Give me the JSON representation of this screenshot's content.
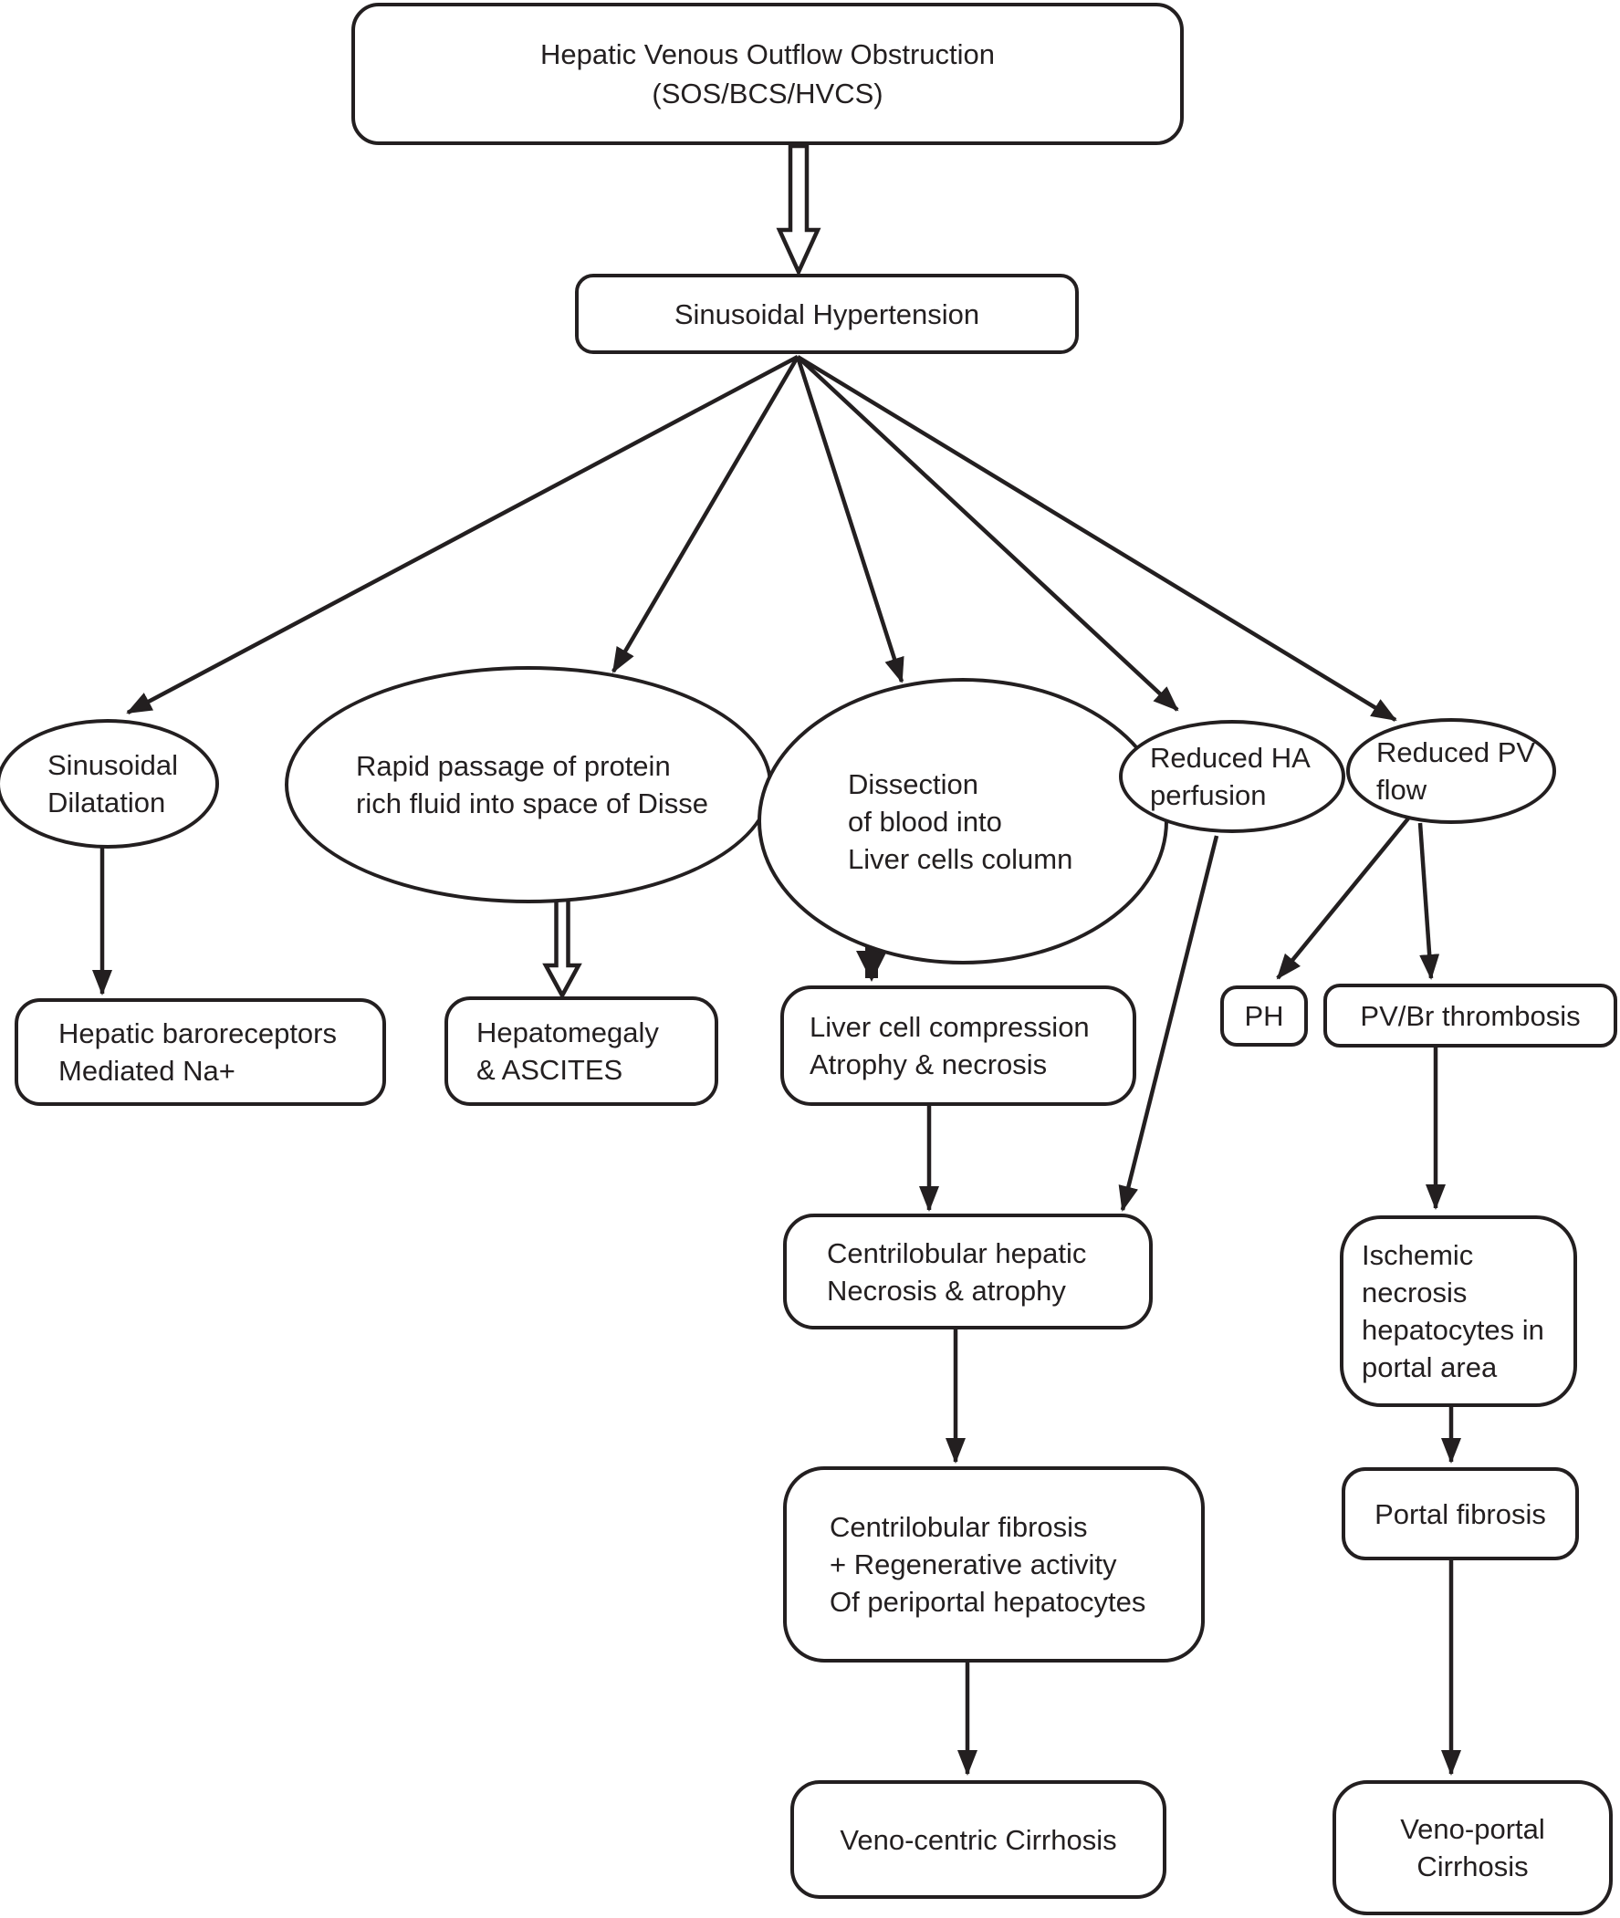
{
  "figure": {
    "title": "Hepatic venous outflow obstruction pathophysiology flowchart",
    "colors": {
      "ink": "#231f20",
      "background": "#ffffff"
    },
    "nodes": {
      "hvoo": {
        "shape": "box",
        "lines": [
          "Hepatic Venous Outflow Obstruction",
          "(SOS/BCS/HVCS)"
        ]
      },
      "sinusoidal_hypertension": {
        "shape": "box",
        "lines": [
          "Sinusoidal Hypertension"
        ]
      },
      "sinusoidal_dilatation": {
        "shape": "ellipse",
        "lines": [
          "Sinusoidal",
          "Dilatation"
        ]
      },
      "rapid_passage": {
        "shape": "ellipse",
        "lines": [
          "Rapid passage of protein",
          "rich fluid into space of Disse"
        ]
      },
      "dissection": {
        "shape": "ellipse",
        "lines": [
          "Dissection",
          "of blood into",
          "Liver cells column"
        ]
      },
      "reduced_ha": {
        "shape": "ellipse",
        "lines": [
          "Reduced HA",
          "perfusion"
        ]
      },
      "reduced_pv": {
        "shape": "ellipse",
        "lines": [
          "Reduced PV",
          "flow"
        ]
      },
      "baroreceptors": {
        "shape": "box",
        "lines": [
          "Hepatic baroreceptors",
          "Mediated Na+"
        ]
      },
      "hepatomegaly": {
        "shape": "box",
        "lines": [
          "Hepatomegaly",
          "& ASCITES"
        ]
      },
      "liver_cell_compression": {
        "shape": "box",
        "lines": [
          "Liver cell compression",
          "Atrophy & necrosis"
        ]
      },
      "ph": {
        "shape": "box",
        "lines": [
          "PH"
        ]
      },
      "pv_br_thrombosis": {
        "shape": "box",
        "lines": [
          "PV/Br thrombosis"
        ]
      },
      "centrilobular_necrosis": {
        "shape": "box",
        "lines": [
          "Centrilobular hepatic",
          "Necrosis & atrophy"
        ]
      },
      "ischemic_necrosis": {
        "shape": "box",
        "lines": [
          "Ischemic",
          "necrosis",
          "hepatocytes in",
          "portal area"
        ]
      },
      "centrilobular_fibrosis": {
        "shape": "box",
        "lines": [
          "Centrilobular fibrosis",
          "+ Regenerative activity",
          "Of periportal hepatocytes"
        ]
      },
      "portal_fibrosis": {
        "shape": "box",
        "lines": [
          "Portal fibrosis"
        ]
      },
      "veno_centric_cirrhosis": {
        "shape": "box",
        "lines": [
          "Veno-centric Cirrhosis"
        ]
      },
      "veno_portal_cirrhosis": {
        "shape": "box",
        "lines": [
          "Veno-portal",
          "Cirrhosis"
        ]
      }
    },
    "edges": [
      {
        "from": "hvoo",
        "to": "sinusoidal_hypertension",
        "style": "hollow"
      },
      {
        "from": "sinusoidal_hypertension",
        "to": "sinusoidal_dilatation",
        "style": "solid"
      },
      {
        "from": "sinusoidal_hypertension",
        "to": "rapid_passage",
        "style": "solid"
      },
      {
        "from": "sinusoidal_hypertension",
        "to": "dissection",
        "style": "solid"
      },
      {
        "from": "sinusoidal_hypertension",
        "to": "reduced_ha",
        "style": "solid"
      },
      {
        "from": "sinusoidal_hypertension",
        "to": "reduced_pv",
        "style": "solid"
      },
      {
        "from": "sinusoidal_dilatation",
        "to": "baroreceptors",
        "style": "solid"
      },
      {
        "from": "rapid_passage",
        "to": "hepatomegaly",
        "style": "hollow"
      },
      {
        "from": "dissection",
        "to": "liver_cell_compression",
        "style": "thick"
      },
      {
        "from": "reduced_ha",
        "to": "centrilobular_necrosis",
        "style": "solid"
      },
      {
        "from": "reduced_pv",
        "to": "ph",
        "style": "solid"
      },
      {
        "from": "reduced_pv",
        "to": "pv_br_thrombosis",
        "style": "solid"
      },
      {
        "from": "liver_cell_compression",
        "to": "centrilobular_necrosis",
        "style": "solid"
      },
      {
        "from": "centrilobular_necrosis",
        "to": "centrilobular_fibrosis",
        "style": "solid"
      },
      {
        "from": "centrilobular_fibrosis",
        "to": "veno_centric_cirrhosis",
        "style": "solid"
      },
      {
        "from": "pv_br_thrombosis",
        "to": "ischemic_necrosis",
        "style": "solid"
      },
      {
        "from": "ischemic_necrosis",
        "to": "portal_fibrosis",
        "style": "solid"
      },
      {
        "from": "portal_fibrosis",
        "to": "veno_portal_cirrhosis",
        "style": "solid"
      }
    ]
  }
}
